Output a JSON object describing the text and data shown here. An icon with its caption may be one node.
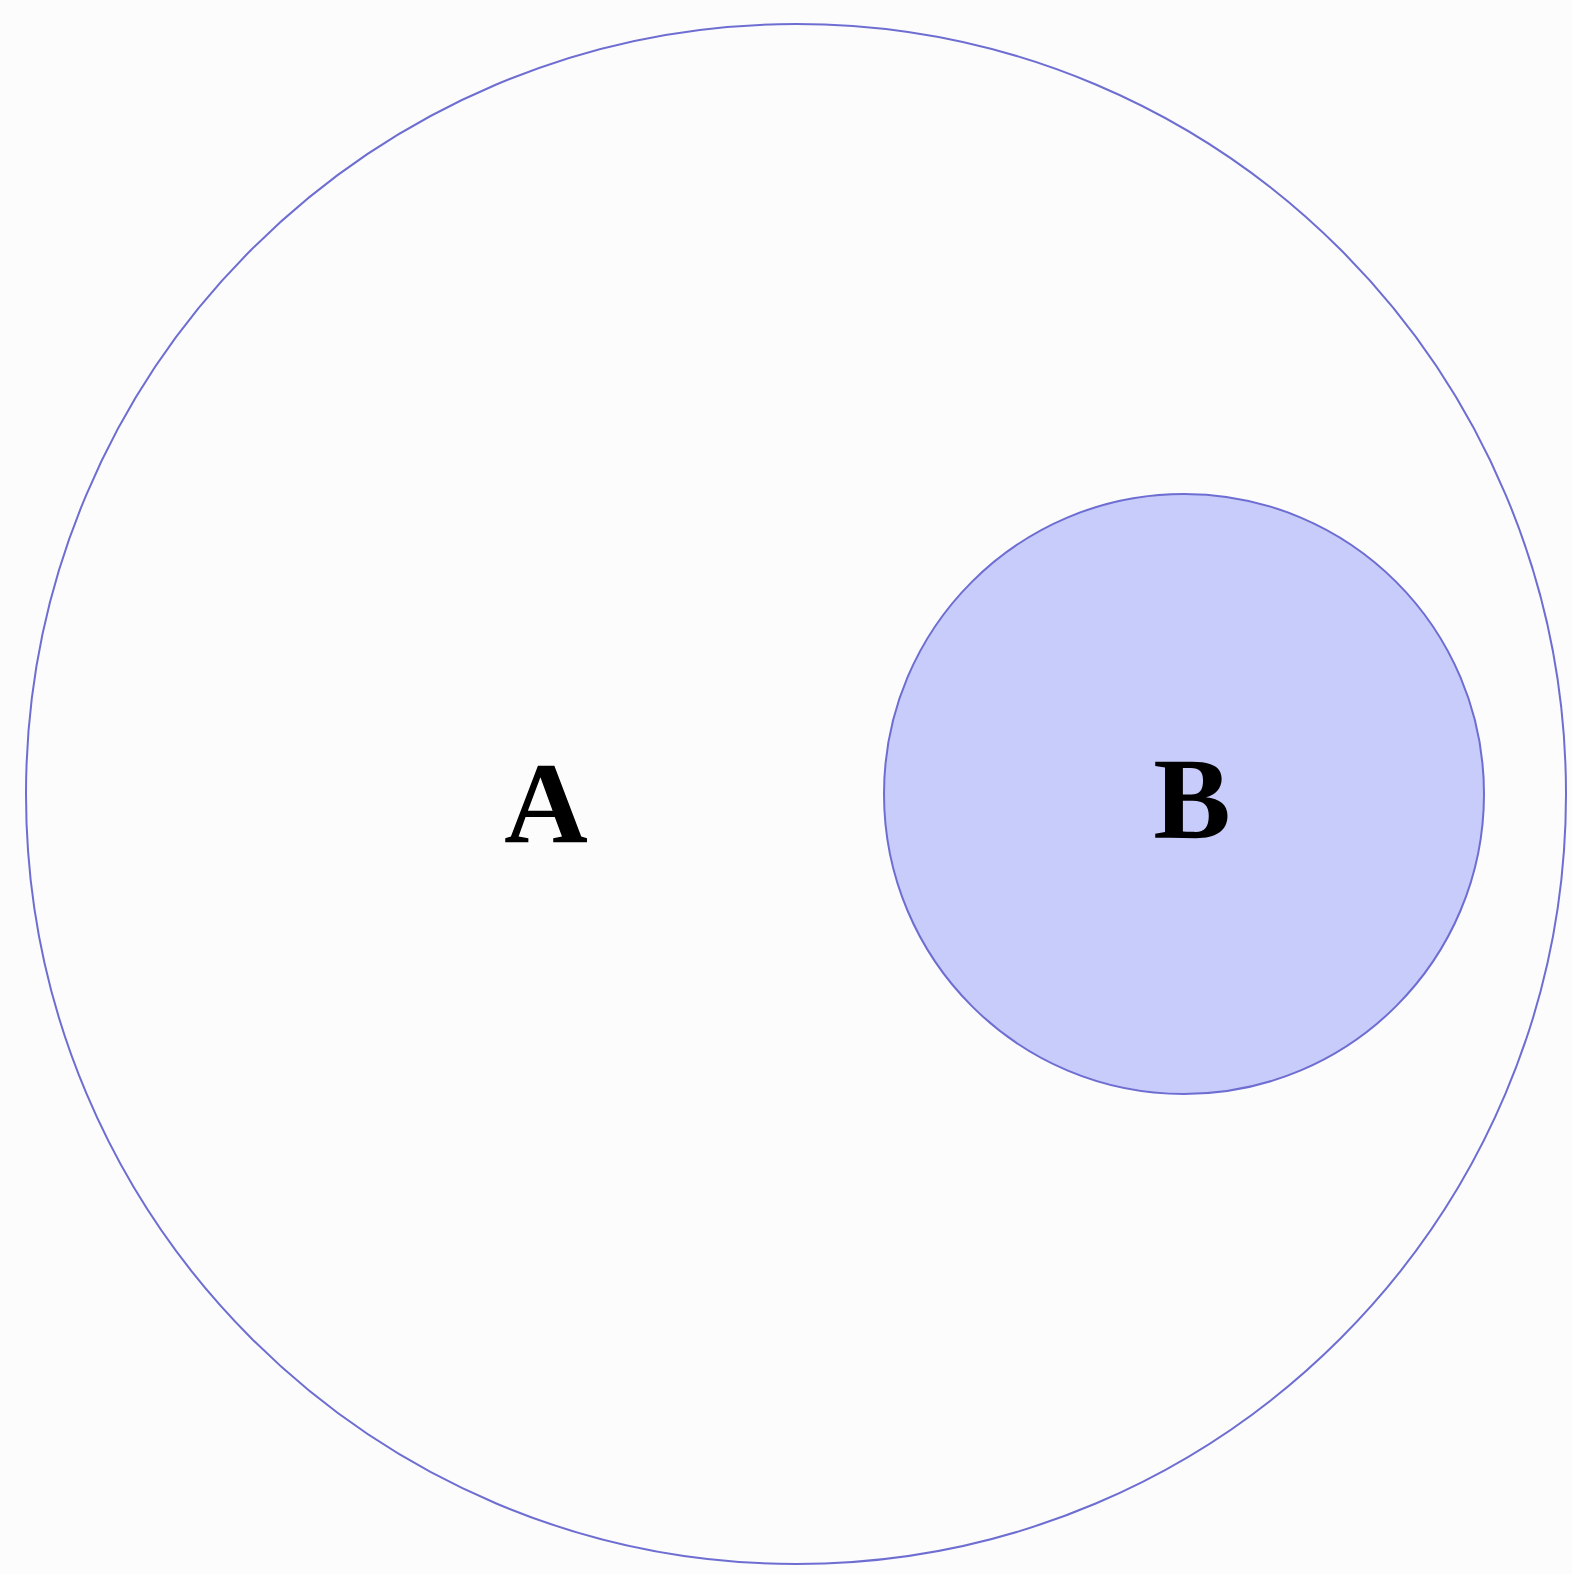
{
  "diagram": {
    "nodes": [
      {
        "text": [
          "A"
        ]
      },
      {
        "text": [
          "B"
        ],
        "in": 0
      }
    ]
  }
}
